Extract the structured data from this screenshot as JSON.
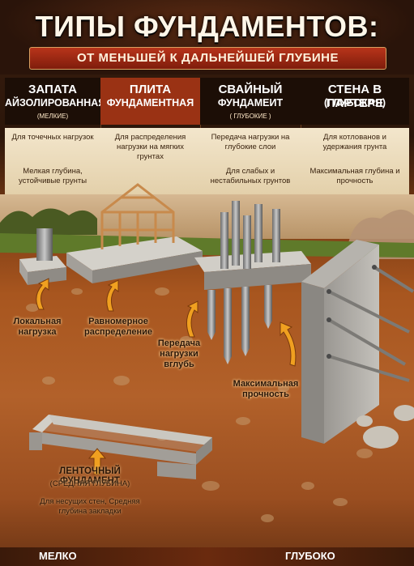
{
  "title": "ТИПЫ ФУНДАМЕНТОВ:",
  "subtitle": "ОТ МЕНЬШЕЙ К ДАЛЬНЕЙШЕЙ ГЛУБИНЕ",
  "columns": [
    {
      "h1": "ЗАПАТА",
      "h2": "АЙЗОЛИРОВАННАЯ",
      "h3": "(МЕЛКИЕ)",
      "p1": "Для точечных нагрузок",
      "p2": "Мелкая глубина, устойчивые грунты",
      "color": "#1c0e06"
    },
    {
      "h1": "ПЛИТА",
      "h2": "ФУНДАМЕНТНАЯ",
      "h3": "",
      "p1": "Для распределения нагрузки на мягких грунтах",
      "p2": "",
      "color": "#9a3214"
    },
    {
      "h1": "СВАЙНЫЙ",
      "h2": "ФУНДАМЕИТ",
      "h3": "( ГЛУБОКИЕ )",
      "p1": "Передача нагрузки на глубокие слои",
      "p2": "Для слабых и нестабильных грунтов",
      "color": "#1c0e06"
    },
    {
      "h1": "СТЕНА В ПАРТЕРЕ",
      "h2": "(ГЛУБОКАЯ)",
      "h3": "",
      "p1": "Для котлованов и удержания грунта",
      "p2": "Максимальная глубина и прочность",
      "color": "#1c0e06"
    }
  ],
  "labels": {
    "local": "Локальная нагрузка",
    "even": "Равномерное распределение",
    "transfer": "Передача нагрузки вглубь",
    "max": "Максимальная прочность"
  },
  "strip": {
    "title": "ЛЕНТОЧНЫЙ ФУНДАМЕНТ",
    "sub": "(СРЕДНЯЯ ГЛУБИНА)",
    "desc": "Для несущих стен, Средняя глубина закладки"
  },
  "depth": {
    "left": "МЕЛКО",
    "right": "ГЛУБОКО"
  }
}
